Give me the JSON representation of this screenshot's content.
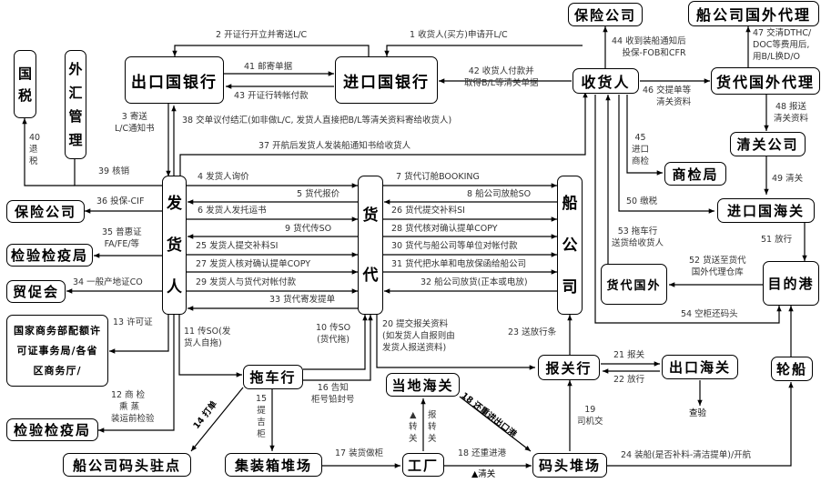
{
  "nodes": {
    "export_bank": "出口国银行",
    "import_bank": "进口国银行",
    "insurance_top": "保险公司",
    "shipping_agent_abroad": "船公司国外代理",
    "consignee": "收货人",
    "forwarder_agent_abroad": "货代国外代理",
    "national_tax": "国税",
    "forex_admin": "外汇管理",
    "customs_broker_import": "清关公司",
    "commodity_inspection": "商检局",
    "import_customs": "进口国海关",
    "shipper": "发货人",
    "forwarder": "货代",
    "shipping_company": "船公司",
    "insurance_left": "保险公司",
    "inspection_bureau_1": "检验检疫局",
    "ccpit": "贸促会",
    "mofcom": "国家商务部配额许可证事务局/各省区商务厅/",
    "forwarder_abroad": "货代国外",
    "destination_port": "目的港",
    "trucking": "拖车行",
    "customs_broker": "报关行",
    "export_customs": "出口海关",
    "local_customs": "当地海关",
    "inspection_bureau_2": "检验检疫局",
    "shipping_terminal_office": "船公司码头驻点",
    "container_yard": "集装箱堆场",
    "factory": "工厂",
    "terminal_yard": "码头堆场",
    "vessel": "轮船"
  },
  "steps": {
    "s1": "1 收货人(买方)申请开L/C",
    "s2": "2 开证行开立并寄送L/C",
    "s3": "3 寄送\nL/C通知书",
    "s4": "4 发货人询价",
    "s5": "5 货代报价",
    "s6": "6 发货人发托运书",
    "s7": "7 货代订舱BOOKING",
    "s8": "8 船公司放舱SO",
    "s9": "9 货代传SO",
    "s10": "10 传SO\n(货代拖)",
    "s11": "11 传SO(发\n货人自拖)",
    "s12": "12 商 检\n   熏 蒸\n装运前检验",
    "s13": "13 许可证",
    "s14": "14 打单",
    "s15": "15\n提\n吉\n柜",
    "s16": "16 告知\n柜号铅封号",
    "s17": "17 装货做柜",
    "s18": "18 还重进港",
    "s18b": "18 还重进出口港",
    "s19": "19\n司机交",
    "s20": "20 提交报关资料\n(如发货人自报则由\n发货人报送资料)",
    "s21": "21 报关",
    "s22": "22 放行",
    "s23": "23 送放行条",
    "s24": "24 装船(是否补料-清洁提单)/开航",
    "s25": "25 发货人提交补料SI",
    "s26": "26 货代提交补料SI",
    "s27": "27 发货人核对确认提单COPY",
    "s28": "28 货代核对确认提单COPY",
    "s29": "29 发货人与货代对帐付款",
    "s30": "30 货代与船公司等单位对帐付款",
    "s31": "31 货代把水单和电放保函给船公司",
    "s32": "32 船公司放货(正本或电放)",
    "s33": "33 货代寄发提单",
    "s34": "34 一般产地证CO",
    "s35": "35 普惠证\nFA/FE/等",
    "s36": "36 投保-CIF",
    "s37": "37 开航后发货人发装船通知书给收货人",
    "s38": "38 交单议付结汇(如非做L/C, 发货人直接把B/L等清关资料寄给收货人)",
    "s39": "39 核销",
    "s40": "40\n退\n税",
    "s41": "41 邮寄单据",
    "s42": "42 收货人付款并\n取得B/L等清关单据",
    "s43": "43 开证行转帐付款",
    "s44": "44 收到装船通知后\n投保-FOB和CFR",
    "s45": "45\n进口\n商检",
    "s46": "46 交提单等\n清关资料",
    "s47": "47 交清DTHC/\nDOC等费用后,\n用B/L换D/O",
    "s48": "48 报送\n清关资料",
    "s49": "49 清关",
    "s50": "50 缴税",
    "s51": "51 放行",
    "s52": "52 货送至货代\n国外代理仓库",
    "s53": "53 拖车行\n送货给收货人",
    "s54": "54 空柜还码头",
    "transfer_a": "▲\n转\n关",
    "transfer_b": "报\n转\n关",
    "clearance": "▲清关",
    "inspection": "查验"
  }
}
